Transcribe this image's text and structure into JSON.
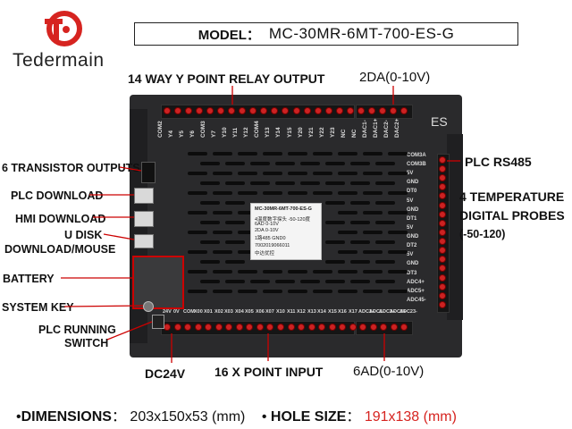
{
  "brand": {
    "name": "Tedermain",
    "logo": "tedermain-logo-icon",
    "accent": "#d62420"
  },
  "model": {
    "label": "MODEL：",
    "value": "MC-30MR-6MT-700-ES-G"
  },
  "callouts": {
    "relay_output": "14 WAY Y POINT RELAY OUTPUT",
    "analog_out": "2DA(0-10V)",
    "transistor": "6 TRANSISTOR OUTPUTS",
    "plc_download": "PLC DOWNLOAD",
    "hmi_download": "HMI DOWNLOAD",
    "udisk_1": "U DISK",
    "udisk_2": "DOWNLOAD/MOUSE",
    "battery": "BATTERY",
    "system_key": "SYSTEM KEY",
    "run_switch_1": "PLC RUNNING",
    "run_switch_2": "SWITCH",
    "rs485": "PLC RS485",
    "temp_1": "4 TEMPERATURE",
    "temp_2": "DIGITAL PROBES",
    "temp_3": "(-50-120)",
    "dc24v": "DC24V",
    "x_input": "16 X POINT INPUT",
    "analog_in": "6AD(0-10V)"
  },
  "device": {
    "top_pins": [
      "COM2",
      "Y4",
      "Y5",
      "Y6",
      "COM3",
      "Y7",
      "Y10",
      "Y11",
      "Y12",
      "COM4",
      "Y13",
      "Y14",
      "Y15",
      "Y20",
      "Y21",
      "Y22",
      "Y23",
      "NC",
      "NC",
      "DAC1-",
      "DAC1+",
      "DAC2-",
      "DAC2+"
    ],
    "right_pins": [
      "COM3A",
      "COM3B",
      "5V",
      "GND",
      "DT0",
      "5V",
      "GND",
      "DT1",
      "5V",
      "GND",
      "DT2",
      "5V",
      "GND",
      "DT3",
      "ADC4+",
      "ADC5+",
      "ADC45-"
    ],
    "bottom_pins": [
      "24V",
      "0V",
      "COM",
      "X00",
      "X01",
      "X02",
      "X03",
      "X04",
      "X05",
      "X06",
      "X07",
      "X10",
      "X11",
      "X12",
      "X13",
      "X14",
      "X15",
      "X16",
      "X17",
      "ADC1+",
      "ADC1-",
      "ADC2+",
      "ADC3+",
      "ADC23-"
    ],
    "es_mark": "ES",
    "sticker": {
      "model": "MC-30MR-6MT-700-ES-G",
      "line1": "4温度数字探头  -50-120度",
      "line2": "6AD  0-10V",
      "line3": "2DA  0-10V",
      "line4": "1路485  GND0",
      "serial": "7002019066011",
      "maker": "中达优控"
    }
  },
  "dimensions": {
    "label": "DIMENSIONS",
    "colon": "：",
    "value": "203x150x53 (mm)"
  },
  "hole": {
    "label": "HOLE SIZE",
    "colon": "：",
    "value": "191x138 (mm)",
    "color": "#d62420"
  },
  "bullet": "•"
}
